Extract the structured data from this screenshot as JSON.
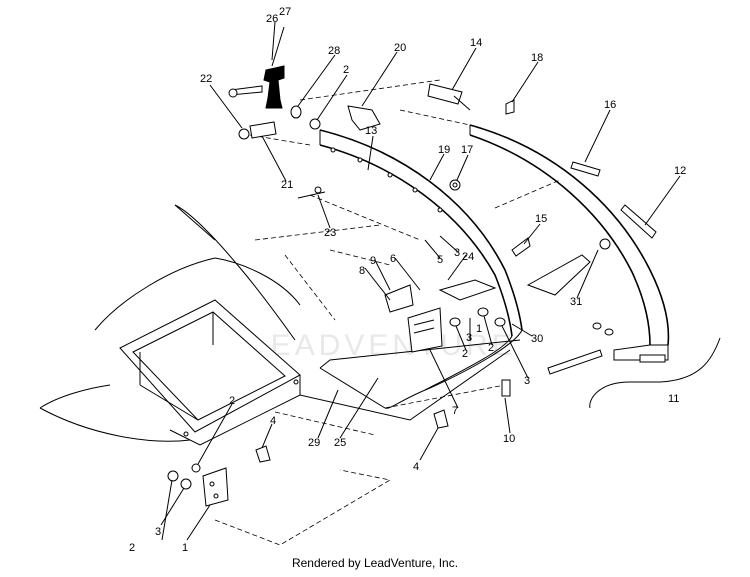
{
  "callouts": [
    "26",
    "27",
    "28",
    "2",
    "22",
    "20",
    "14",
    "18",
    "16",
    "13",
    "17",
    "19",
    "21",
    "12",
    "15",
    "23",
    "24",
    "3",
    "5",
    "9",
    "6",
    "8",
    "31",
    "2",
    "2",
    "30",
    "3",
    "3",
    "1",
    "11",
    "7",
    "29",
    "25",
    "10",
    "4",
    "2",
    "4",
    "3",
    "1",
    "2"
  ],
  "watermark": "LEADVENTURE",
  "footer": "Rendered by LeadVenture, Inc."
}
